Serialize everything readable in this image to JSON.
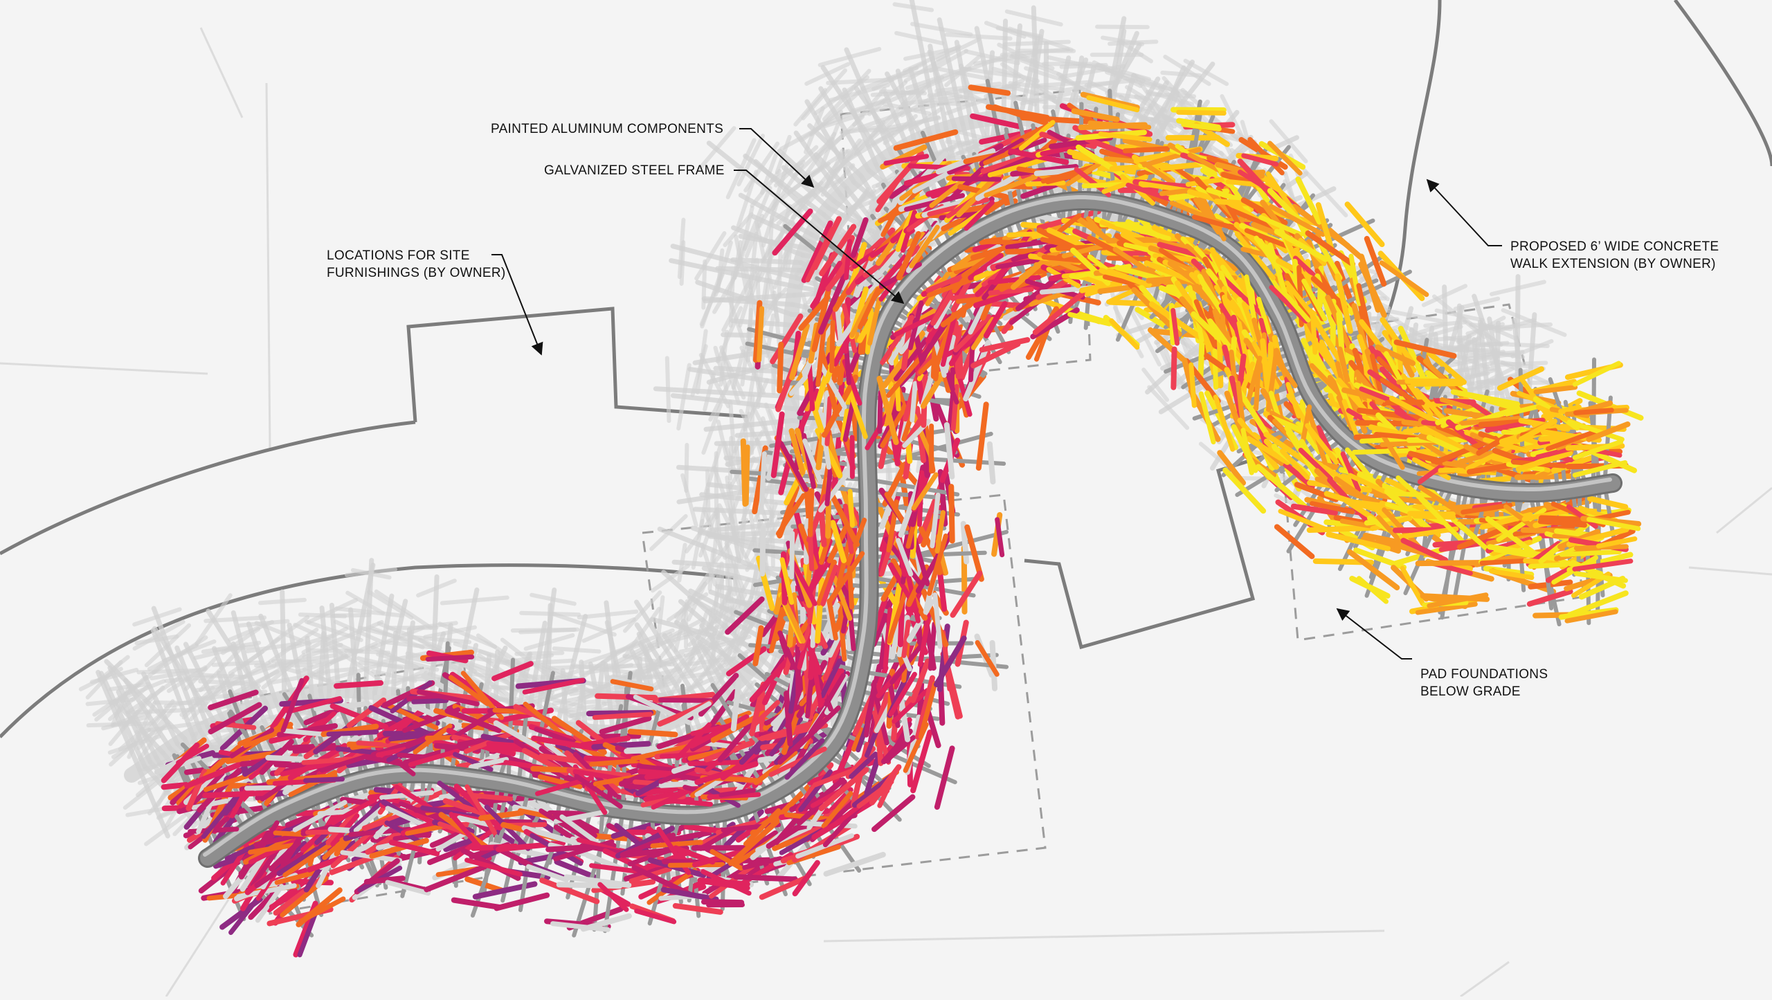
{
  "annotations": {
    "painted_aluminum": "PAINTED ALUMINUM COMPONENTS",
    "galvanized_frame": "GALVANIZED STEEL FRAME",
    "site_furnishings": [
      "LOCATIONS FOR SITE",
      "FURNISHINGS (BY OWNER)"
    ],
    "concrete_walk": [
      "PROPOSED 6’ WIDE CONCRETE",
      "WALK EXTENSION (BY OWNER)"
    ],
    "pad_foundations": [
      "PAD FOUNDATIONS",
      "BELOW GRADE"
    ]
  },
  "colors": {
    "background": "#f4f4f4",
    "frame": "#8e8e8e",
    "boundary_line": "#7a7a7a",
    "dashed_pad": "#9a9a9a",
    "shadow": "#d2d2d2",
    "components": [
      "#f7e51f",
      "#ffc81a",
      "#f79a22",
      "#f26a21",
      "#ee3f55",
      "#e0245e",
      "#c01f6a",
      "#8e2b83",
      "#d7d7d7"
    ]
  }
}
